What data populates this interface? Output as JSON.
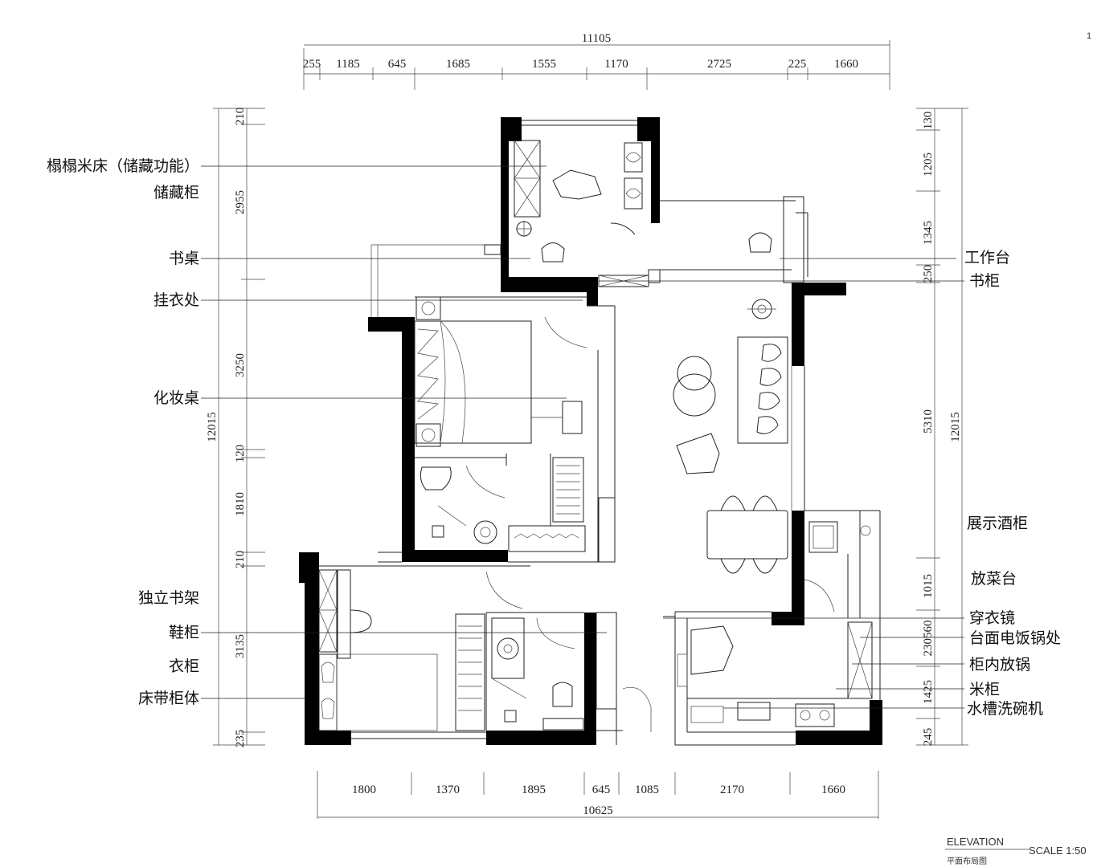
{
  "page_number": "1",
  "top_dims": {
    "total": "11105",
    "segments": [
      "255",
      "1185",
      "645",
      "1685",
      "1555",
      "1170",
      "2725",
      "225",
      "1660"
    ]
  },
  "bottom_dims": {
    "total": "10625",
    "segments": [
      "1800",
      "1370",
      "1895",
      "645",
      "1085",
      "2170",
      "1660"
    ]
  },
  "left_dims": {
    "total": "12015",
    "segments": [
      "210",
      "2955",
      "3250",
      "120",
      "1810",
      "210",
      "3135",
      "235"
    ]
  },
  "right_dims": {
    "total": "12015",
    "segments": [
      "130",
      "1205",
      "1345",
      "250",
      "5310",
      "1015",
      "230560",
      "1425",
      "245"
    ]
  },
  "left_labels": [
    "榻榻米床（储藏功能）",
    "储藏柜",
    "书桌",
    "挂衣处",
    "化妆桌",
    "独立书架",
    "鞋柜",
    "衣柜",
    "床带柜体"
  ],
  "right_labels": [
    "工作台",
    "书柜",
    "展示酒柜",
    "放菜台",
    "穿衣镜",
    "台面电饭锅处",
    "柜内放锅",
    "米柜",
    "水槽洗碗机"
  ],
  "footer": {
    "elevation": "ELEVATION",
    "scale": "SCALE 1:50",
    "plan_title": "平面布局图"
  }
}
